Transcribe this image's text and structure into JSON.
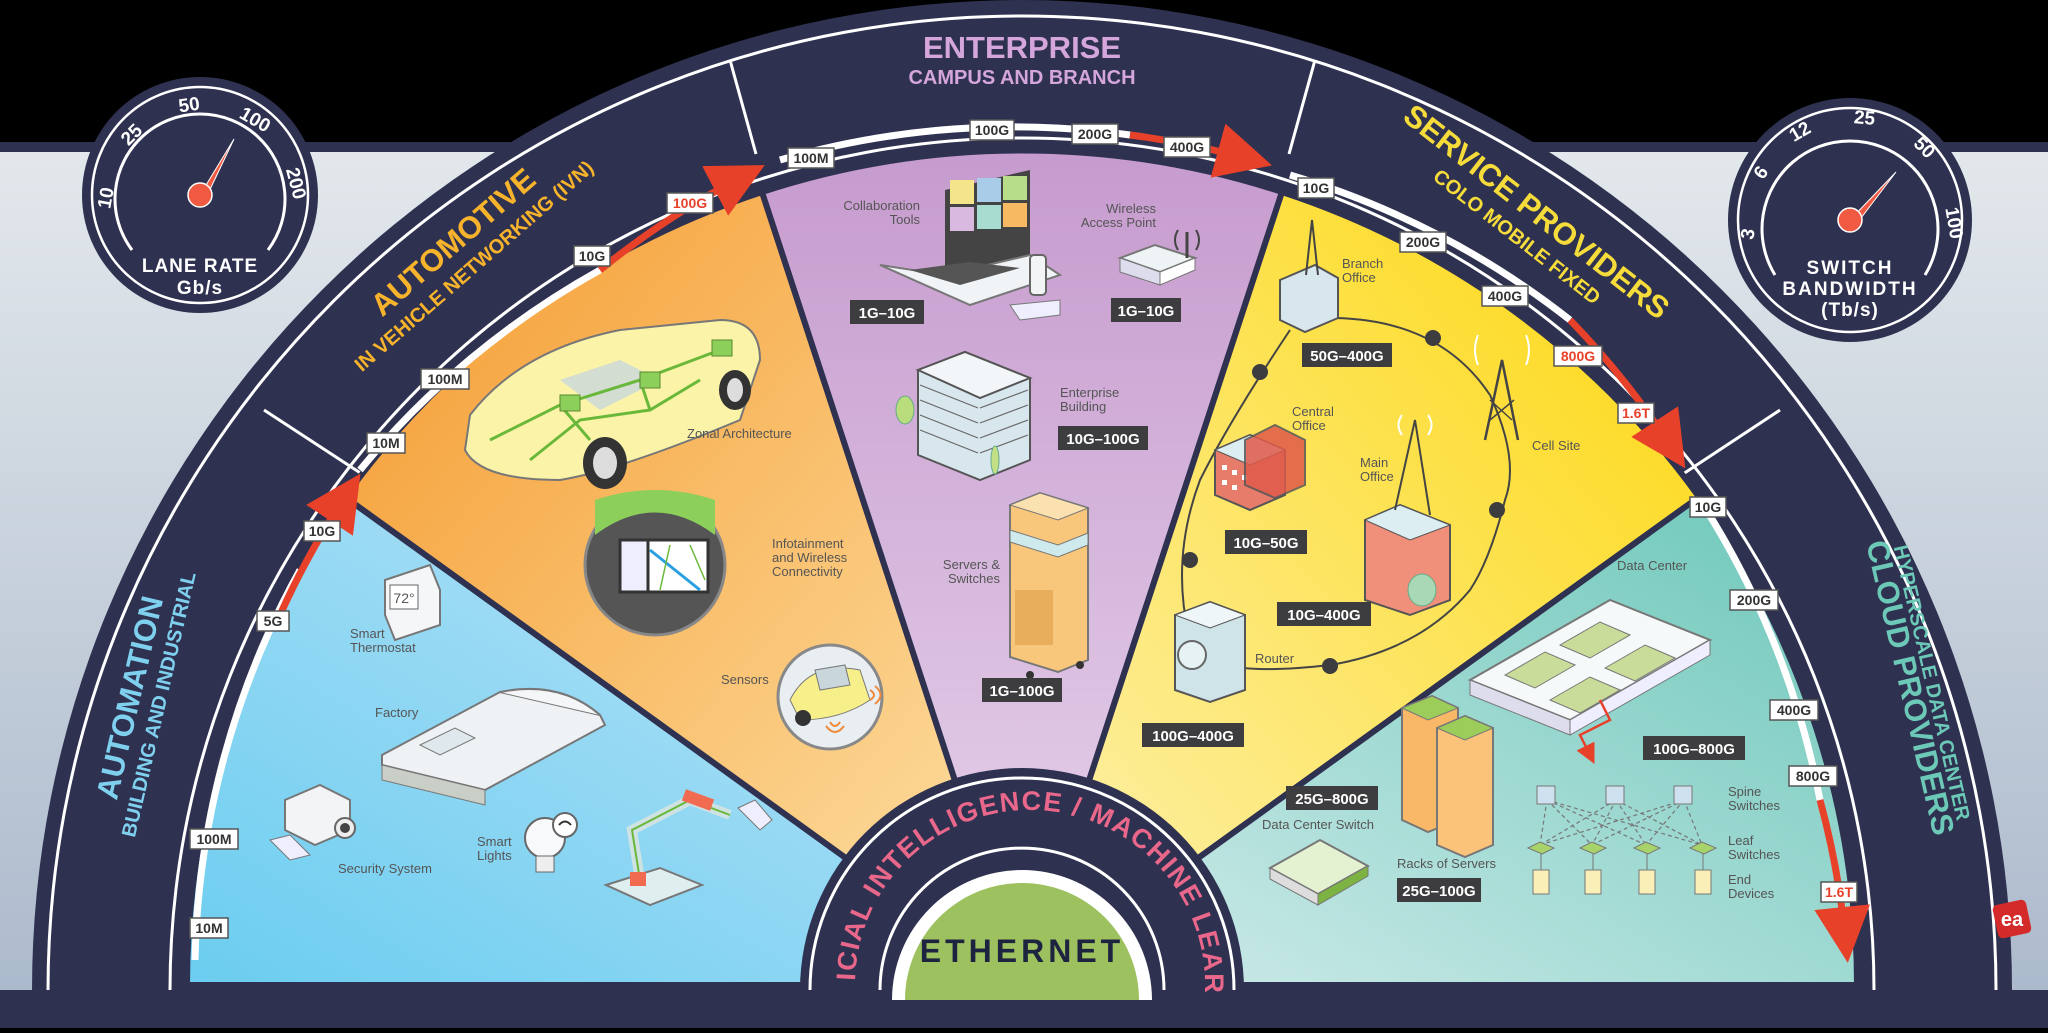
{
  "title": "Ethernet",
  "core": {
    "label": "ETHERNET",
    "arch_label": "ARTIFICIAL INTELLIGENCE / MACHINE LEARNING",
    "arch_color": "#e8678a",
    "dome_color": "#9cc15e"
  },
  "gauges": {
    "lane_rate": {
      "title": "LANE RATE",
      "unit": "Gb/s",
      "ticks": [
        "10",
        "25",
        "50",
        "100",
        "200"
      ],
      "needle_value": "100"
    },
    "switch_bandwidth": {
      "title_line1": "SWITCH",
      "title_line2": "BANDWIDTH",
      "unit": "(Tb/s)",
      "ticks": [
        "3",
        "6",
        "12",
        "25",
        "50",
        "100"
      ],
      "needle_value": "50"
    }
  },
  "segments": {
    "automation": {
      "title": "AUTOMATION",
      "subtitle": "BUILDING AND INDUSTRIAL",
      "color": "#7fd0ee",
      "text_color": "#7fd0ee",
      "speeds": [
        "10M",
        "100M",
        "5G",
        "10G"
      ],
      "items": [
        {
          "label_1": "Smart",
          "label_2": "Thermostat",
          "display": "72°"
        },
        {
          "label_1": "Factory"
        },
        {
          "label_1": "Security System"
        },
        {
          "label_1": "Smart",
          "label_2": "Lights"
        },
        {
          "label_1": "Robotic Arm"
        }
      ]
    },
    "automotive": {
      "title": "AUTOMOTIVE",
      "subtitle": "IN VEHICLE NETWORKING (IVN)",
      "color": "#f7a23d",
      "text_color": "#f7b32b",
      "speeds": [
        "10M",
        "100M",
        "10G",
        "100G"
      ],
      "items": [
        {
          "label_1": "Zonal Architecture"
        },
        {
          "label_1": "Infotainment",
          "label_2": "and Wireless",
          "label_3": "Connectivity"
        },
        {
          "label_1": "Sensors"
        }
      ]
    },
    "enterprise": {
      "title": "ENTERPRISE",
      "subtitle": "CAMPUS AND BRANCH",
      "color": "#c9a2d0",
      "text_color": "#d4a6db",
      "speeds": [
        "100M",
        "100G",
        "200G",
        "400G"
      ],
      "items": [
        {
          "label_1": "Collaboration",
          "label_2": "Tools",
          "range": "1G–10G"
        },
        {
          "label_1": "Wireless",
          "label_2": "Access Point",
          "range": "1G–10G"
        },
        {
          "label_1": "Enterprise",
          "label_2": "Building",
          "range": "10G–100G"
        },
        {
          "label_1": "Servers &",
          "label_2": "Switches",
          "range": "1G–100G"
        }
      ]
    },
    "service_providers": {
      "title": "SERVICE PROVIDERS",
      "subtitle": "COLO  MOBILE  FIXED",
      "color": "#fde14a",
      "text_color": "#f5dc3a",
      "speeds": [
        "10G",
        "200G",
        "400G",
        "800G",
        "1.6T"
      ],
      "items": [
        {
          "label_1": "Branch",
          "label_2": "Office",
          "range": "50G–400G"
        },
        {
          "label_1": "Central",
          "label_2": "Office",
          "range": "10G–50G"
        },
        {
          "label_1": "Main",
          "label_2": "Office",
          "range": "10G–400G"
        },
        {
          "label_1": "Cell Site"
        },
        {
          "label_1": "Router",
          "range": "100G–400G"
        }
      ]
    },
    "cloud_providers": {
      "title": "CLOUD PROVIDERS",
      "subtitle": "HYPERSCALE DATA CENTER",
      "color": "#8fd3c7",
      "text_color": "#6cc9b8",
      "speeds": [
        "10G",
        "200G",
        "400G",
        "800G",
        "1.6T"
      ],
      "items": [
        {
          "label_1": "Data Center",
          "range": "100G–800G"
        },
        {
          "label_1": "Data Center Switch",
          "range": "25G–800G"
        },
        {
          "label_1": "Racks of Servers",
          "range": "25G–100G"
        },
        {
          "label_1": "Spine",
          "label_2": "Switches"
        },
        {
          "label_1": "Leaf",
          "label_2": "Switches"
        },
        {
          "label_1": "End",
          "label_2": "Devices"
        }
      ]
    }
  },
  "logo": {
    "text": "ea"
  },
  "colors": {
    "navy": "#2f3150",
    "arrow_red": "#e8412a",
    "background_band": "#dbe2e8",
    "background_top": "#000000"
  }
}
